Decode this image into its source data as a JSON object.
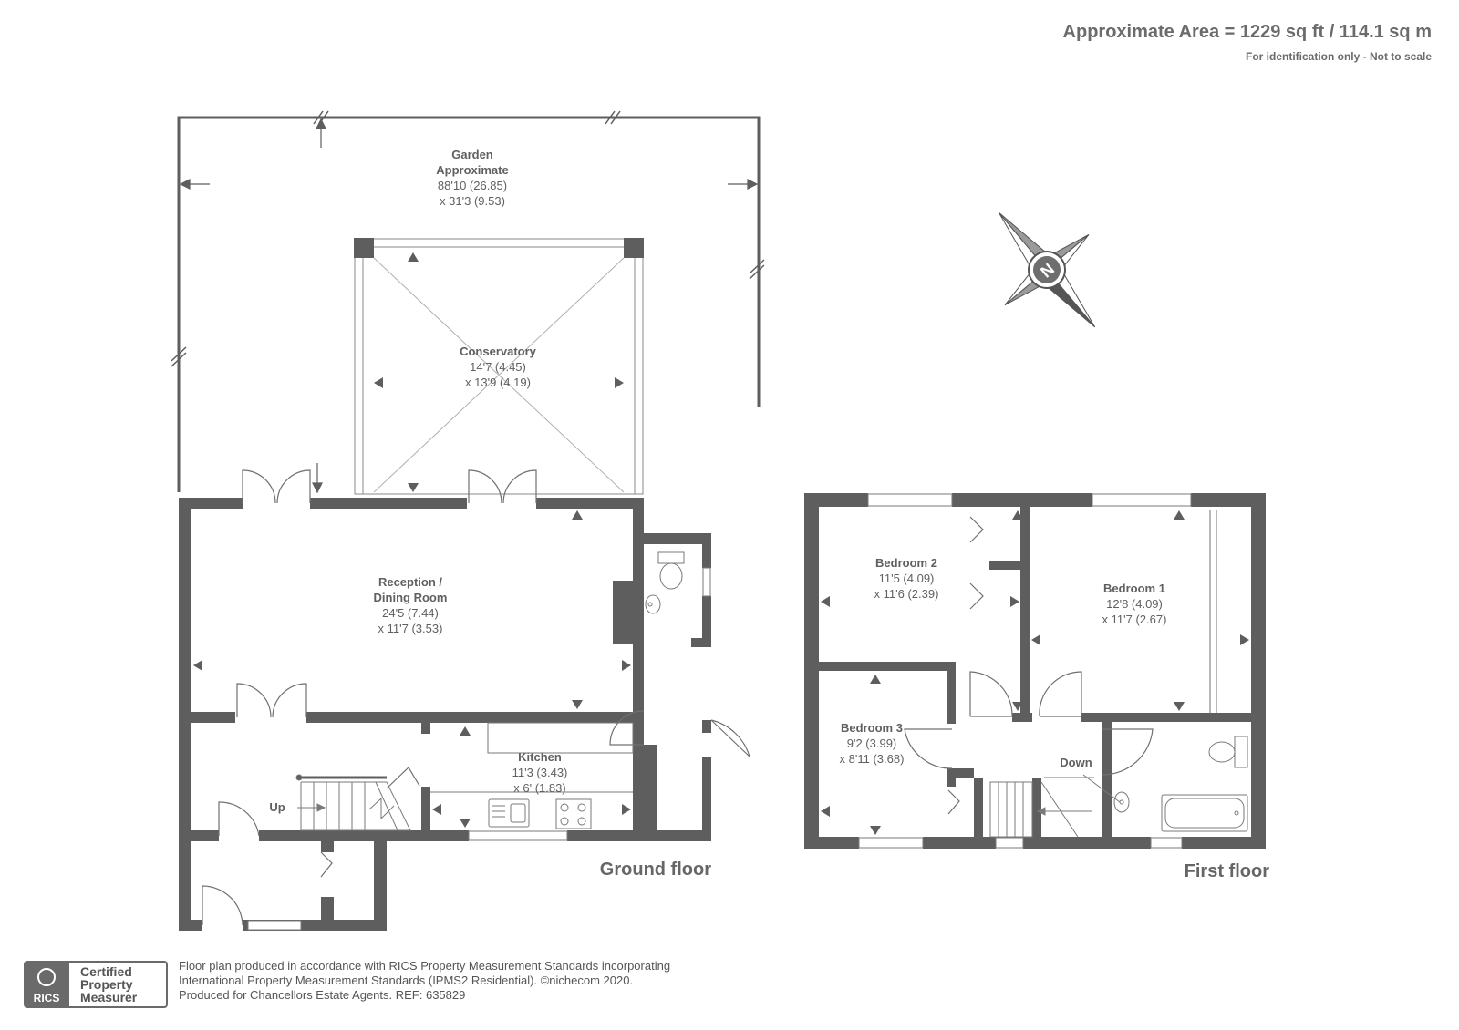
{
  "header": {
    "area": "Approximate Area = 1229 sq ft / 114.1 sq m",
    "note": "For identification only - Not to scale"
  },
  "rooms": {
    "garden": {
      "name1": "Garden",
      "name2": "Approximate",
      "dim1": "88'10 (26.85)",
      "dim2": "x 31'3 (9.53)"
    },
    "conservatory": {
      "name": "Conservatory",
      "dim1": "14'7 (4.45)",
      "dim2": "x 13'9 (4.19)"
    },
    "reception": {
      "name1": "Reception /",
      "name2": "Dining Room",
      "dim1": "24'5 (7.44)",
      "dim2": "x 11'7 (3.53)"
    },
    "kitchen": {
      "name": "Kitchen",
      "dim1": "11'3 (3.43)",
      "dim2": "x 6' (1.83)"
    },
    "bedroom1": {
      "name": "Bedroom 1",
      "dim1": "12'8 (4.09)",
      "dim2": "x 11'7 (2.67)"
    },
    "bedroom2": {
      "name": "Bedroom 2",
      "dim1": "11'5 (4.09)",
      "dim2": "x 11'6 (2.39)"
    },
    "bedroom3": {
      "name": "Bedroom 3",
      "dim1": "9'2 (3.99)",
      "dim2": "x 8'11 (3.68)"
    }
  },
  "stairs": {
    "up": "Up",
    "down": "Down"
  },
  "floors": {
    "ground": "Ground floor",
    "first": "First floor"
  },
  "compass": {
    "letter": "N"
  },
  "footer": {
    "line1": "Floor plan produced in accordance with RICS Property Measurement Standards incorporating",
    "line2": "International Property Measurement Standards (IPMS2 Residential).   ©nichecom 2020.",
    "line3": "Produced for Chancellors Estate Agents.   REF:  635829"
  },
  "badge": {
    "logo": "RICS",
    "line1": "Certified",
    "line2": "Property",
    "line3": "Measurer"
  },
  "colors": {
    "wall": "#5e5e5e",
    "line": "#8a8a8a",
    "text": "#606060"
  }
}
